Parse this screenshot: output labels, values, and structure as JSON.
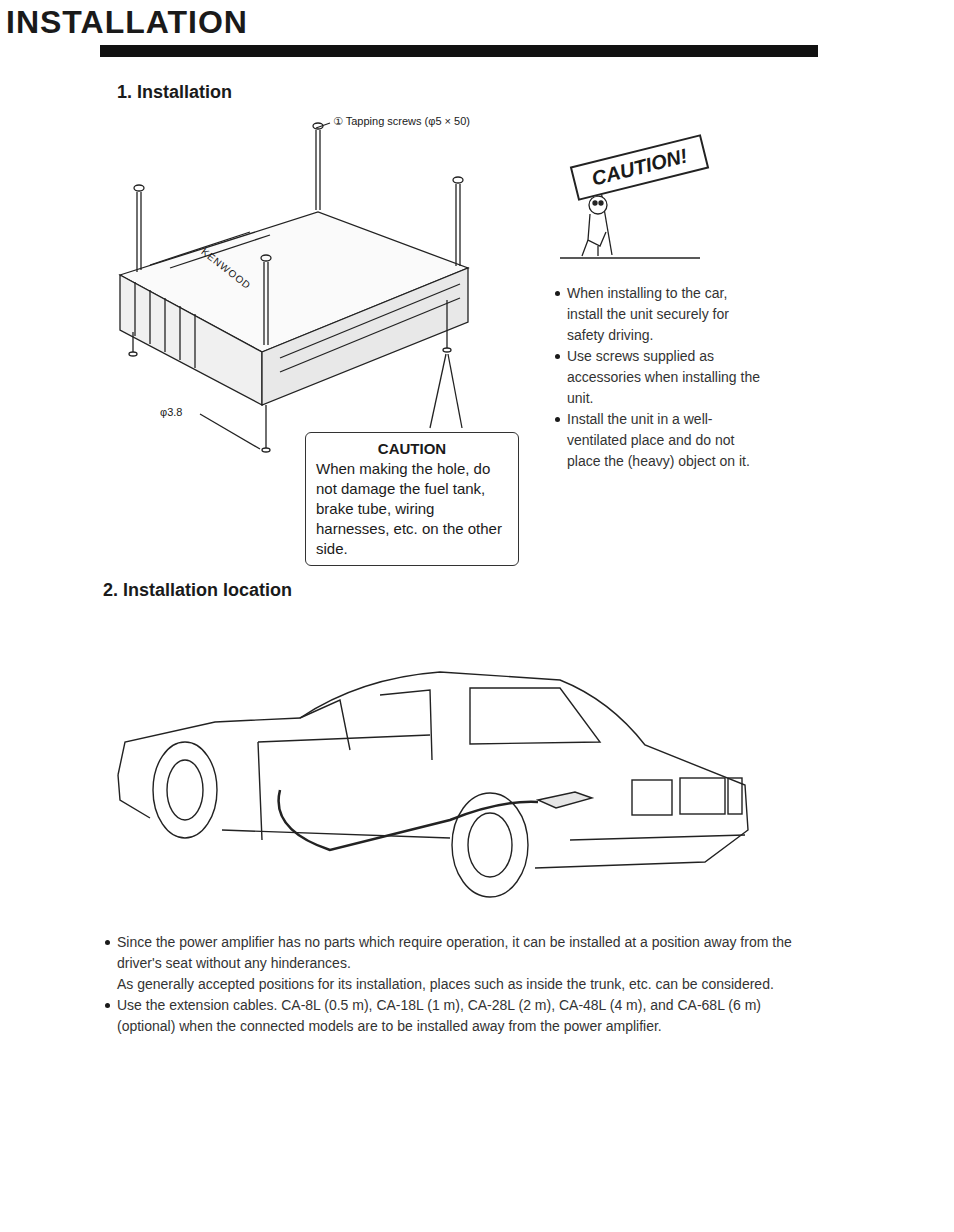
{
  "diagram": {
    "title": "INSTALLATION",
    "nodes": [
      {
        "text": [
          "CAUTION!"
        ]
      },
      {
        "text": [
          "CAUTION",
          "When making the hole, do not damage the fuel tank, brake tube, wiring harnesses, etc. on the other side."
        ]
      }
    ],
    "labels": [
      "1. Installation",
      "① Tapping screws (φ5 × 50)",
      "KENWOOD",
      "φ3.8",
      "When installing to the car, install the unit securely for safety driving.",
      "Use screws supplied as accessories when installing the unit.",
      "Install the unit in a well-ventilated place and do not place the (heavy) object on it.",
      "2. Installation location",
      "Since the power amplifier has no parts which require operation, it can be installed at a position away from the driver's seat without any hinderances.",
      "As generally accepted positions for its installation, places such as inside the trunk, etc. can be considered.",
      "Use the extension cables. CA-8L (0.5 m), CA-18L (1 m), CA-28L (2 m), CA-48L (4 m), and CA-68L (6 m) (optional) when the connected models are to be installed away from the power amplifier."
    ]
  }
}
